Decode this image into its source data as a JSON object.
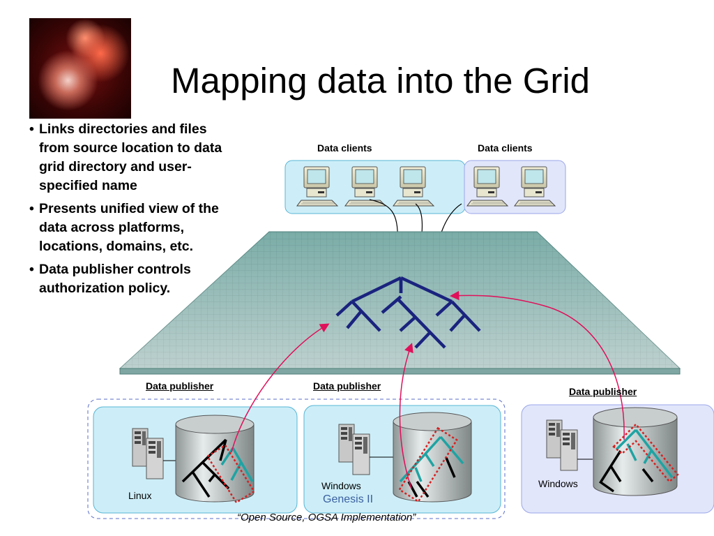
{
  "slide": {
    "title": "Mapping data into the Grid",
    "bullets": [
      "Links directories and files from source location to data grid directory and user-specified name",
      "Presents unified view of the data across platforms, locations, domains, etc.",
      "Data publisher controls authorization policy."
    ]
  },
  "diagram": {
    "clients": [
      "Data clients",
      "Data clients"
    ],
    "publishers": [
      "Data publisher",
      "Data publisher",
      "Data publisher"
    ],
    "os": [
      "Linux",
      "Windows",
      "Windows"
    ],
    "genesis": "Genesis II",
    "caption": "“Open Source, OGSA Implementation”"
  },
  "colors": {
    "client_box_1": "#cdeef8",
    "client_box_2": "#e2e6fb",
    "grid_plane": "#8fb9b4",
    "tree": "#1a237e",
    "link_arrow": "#e0105a",
    "highlight": "#d42020",
    "cylinder": "#b6bcbc",
    "publisher_box_1": "#cdeef8",
    "publisher_box_2": "#e2e6fb"
  }
}
